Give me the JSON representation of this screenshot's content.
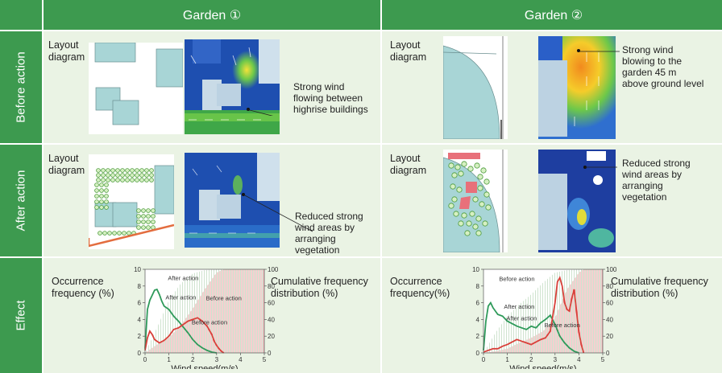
{
  "headers": {
    "garden1": "Garden ①",
    "garden2": "Garden ②"
  },
  "rows": {
    "before": "Before action",
    "after": "After action",
    "effect": "Effect"
  },
  "layout_label": [
    "Layout",
    "diagram"
  ],
  "captions": {
    "g1_before": [
      "Strong wind",
      "flowing between",
      "highrise buildings"
    ],
    "g2_before": [
      "Strong wind",
      "blowing to the",
      "garden 45 m",
      "above ground level"
    ],
    "g1_after": [
      "Reduced strong",
      "wind areas by",
      "arranging",
      "vegetation"
    ],
    "g2_after": [
      "Reduced strong",
      "wind areas by",
      "arranging",
      "vegetation"
    ]
  },
  "effect_labels": {
    "occ_g1": [
      "Occurrence",
      "frequency (%)"
    ],
    "occ_g2": [
      "Occurrence",
      "frequency(%)"
    ],
    "cum": [
      "Cumulative frequency",
      "distribution (%)"
    ]
  },
  "colors": {
    "header_green": "#3d9a4f",
    "cell_bg": "#eaf3e4",
    "after_series": "#2e9a5a",
    "before_series": "#d9403a",
    "building": "#a8d5d6"
  },
  "chart_data": [
    {
      "type": "line",
      "xlabel": "Wind speed(m/s)",
      "ylim": [
        0,
        10
      ],
      "y2lim": [
        0,
        100
      ],
      "xlim": [
        0,
        5
      ],
      "xticks": [
        "0",
        "1",
        "2",
        "3",
        "4",
        "5"
      ],
      "yticks": [
        "0",
        "2",
        "4",
        "6",
        "8",
        "10"
      ],
      "y2ticks": [
        "0",
        "20",
        "40",
        "60",
        "80",
        "100"
      ],
      "grid": false,
      "annotations": [
        "After action",
        "After action",
        "Before action",
        "Before action"
      ],
      "series": [
        {
          "name": "After action",
          "axis": "left",
          "x": [
            0,
            0.1,
            0.2,
            0.3,
            0.4,
            0.5,
            0.6,
            0.7,
            0.8,
            0.9,
            1.0,
            1.2,
            1.4,
            1.6,
            1.8,
            2.0,
            2.2,
            2.4,
            2.6,
            2.8,
            3.0
          ],
          "values": [
            0.5,
            5.2,
            6.3,
            6.9,
            7.5,
            7.6,
            7.0,
            6.2,
            5.6,
            5.4,
            5.2,
            4.4,
            3.8,
            3.1,
            2.4,
            1.6,
            1.0,
            0.6,
            0.3,
            0.1,
            0
          ]
        },
        {
          "name": "Before action",
          "axis": "left",
          "x": [
            0,
            0.1,
            0.2,
            0.3,
            0.4,
            0.6,
            0.8,
            1.0,
            1.2,
            1.4,
            1.6,
            1.8,
            2.0,
            2.2,
            2.4,
            2.6,
            2.8,
            2.9,
            3.0,
            3.1,
            3.2,
            3.3
          ],
          "values": [
            0.3,
            1.8,
            2.6,
            2.2,
            1.6,
            1.2,
            1.5,
            2.0,
            2.8,
            3.0,
            3.4,
            3.8,
            4.0,
            4.2,
            3.8,
            3.2,
            2.2,
            1.4,
            0.9,
            0.5,
            0.2,
            0
          ]
        },
        {
          "name": "After action",
          "axis": "right",
          "x": [
            0,
            0.5,
            1.0,
            1.5,
            2.0,
            2.5,
            3.0
          ],
          "values": [
            0,
            30,
            63,
            83,
            95,
            99,
            100
          ]
        },
        {
          "name": "Before action",
          "axis": "right",
          "x": [
            0,
            0.5,
            1.0,
            1.5,
            2.0,
            2.5,
            3.0,
            3.3
          ],
          "values": [
            0,
            10,
            18,
            33,
            53,
            76,
            96,
            100
          ]
        }
      ]
    },
    {
      "type": "line",
      "xlabel": "Wind speed(m/s)",
      "ylim": [
        0,
        10
      ],
      "y2lim": [
        0,
        100
      ],
      "xlim": [
        0,
        5
      ],
      "xticks": [
        "0",
        "1",
        "2",
        "3",
        "4",
        "5"
      ],
      "yticks": [
        "0",
        "2",
        "4",
        "6",
        "8",
        "10"
      ],
      "y2ticks": [
        "0",
        "20",
        "40",
        "60",
        "80",
        "100"
      ],
      "grid": false,
      "annotations": [
        "Before action",
        "After action",
        "After action",
        "Before action"
      ],
      "series": [
        {
          "name": "After action",
          "axis": "left",
          "x": [
            0,
            0.1,
            0.2,
            0.3,
            0.4,
            0.6,
            0.8,
            1.0,
            1.2,
            1.4,
            1.6,
            1.8,
            2.0,
            2.2,
            2.4,
            2.6,
            2.8,
            3.0,
            3.2,
            3.4,
            3.6,
            3.8,
            4.0
          ],
          "values": [
            0.3,
            3.8,
            5.6,
            6.0,
            5.4,
            4.6,
            4.4,
            3.8,
            3.5,
            3.2,
            3.0,
            2.8,
            3.2,
            3.0,
            3.6,
            4.0,
            4.5,
            3.4,
            2.0,
            1.2,
            0.6,
            0.2,
            0
          ]
        },
        {
          "name": "Before action",
          "axis": "left",
          "x": [
            0,
            0.2,
            0.4,
            0.6,
            0.8,
            1.0,
            1.2,
            1.4,
            1.6,
            1.8,
            2.0,
            2.2,
            2.4,
            2.6,
            2.8,
            3.0,
            3.1,
            3.2,
            3.3,
            3.4,
            3.5,
            3.6,
            3.7,
            3.8,
            3.9,
            4.0,
            4.1,
            4.2
          ],
          "values": [
            0.1,
            0.3,
            0.5,
            0.5,
            0.8,
            1.0,
            1.3,
            1.6,
            1.4,
            1.2,
            1.0,
            1.3,
            1.6,
            1.8,
            2.6,
            6.0,
            8.5,
            9.0,
            8.0,
            6.0,
            5.2,
            5.0,
            6.5,
            7.6,
            5.0,
            2.5,
            1.0,
            0
          ]
        },
        {
          "name": "After action",
          "axis": "right",
          "x": [
            0,
            0.5,
            1.0,
            1.5,
            2.0,
            2.5,
            3.0,
            3.5,
            4.0
          ],
          "values": [
            0,
            24,
            44,
            58,
            70,
            84,
            96,
            99,
            100
          ]
        },
        {
          "name": "Before action",
          "axis": "right",
          "x": [
            0,
            0.5,
            1.0,
            1.5,
            2.0,
            2.5,
            3.0,
            3.5,
            4.0,
            4.2
          ],
          "values": [
            0,
            2,
            5,
            12,
            18,
            26,
            42,
            76,
            96,
            100
          ]
        }
      ]
    }
  ]
}
